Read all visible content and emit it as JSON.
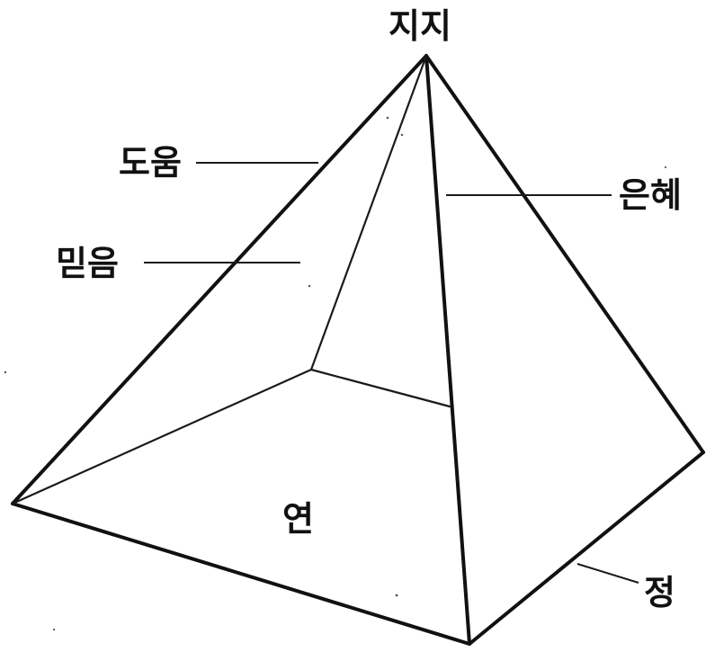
{
  "labels": {
    "apex": "지지",
    "help": "도움",
    "faith": "믿음",
    "grace": "은혜",
    "base": "연",
    "corner": "정"
  }
}
